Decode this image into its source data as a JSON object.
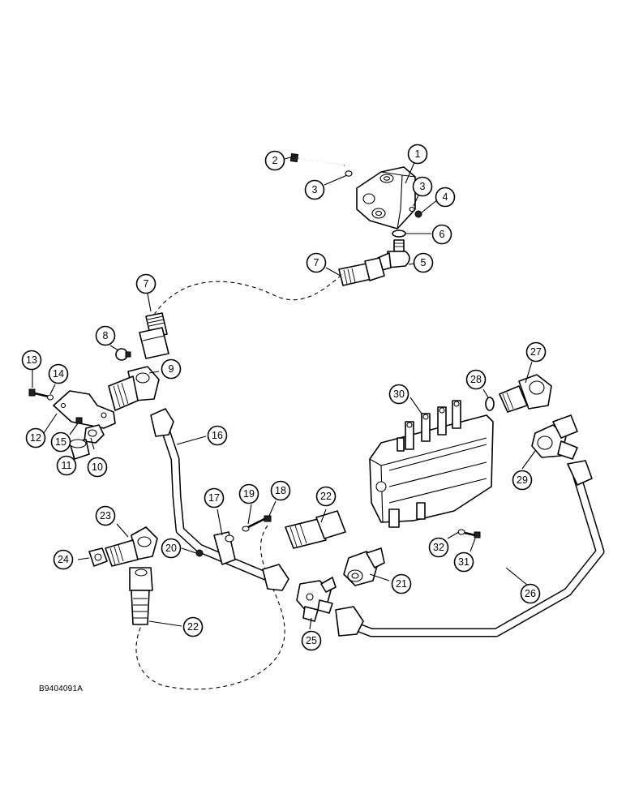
{
  "figure_code": "B9404091A",
  "callouts": [
    {
      "label": "1"
    },
    {
      "label": "2"
    },
    {
      "label": "3"
    },
    {
      "label": "3"
    },
    {
      "label": "4"
    },
    {
      "label": "5"
    },
    {
      "label": "6"
    },
    {
      "label": "7"
    },
    {
      "label": "7"
    },
    {
      "label": "8"
    },
    {
      "label": "9"
    },
    {
      "label": "10"
    },
    {
      "label": "11"
    },
    {
      "label": "12"
    },
    {
      "label": "13"
    },
    {
      "label": "14"
    },
    {
      "label": "15"
    },
    {
      "label": "16"
    },
    {
      "label": "17"
    },
    {
      "label": "18"
    },
    {
      "label": "19"
    },
    {
      "label": "20"
    },
    {
      "label": "21"
    },
    {
      "label": "22"
    },
    {
      "label": "22"
    },
    {
      "label": "23"
    },
    {
      "label": "24"
    },
    {
      "label": "25"
    },
    {
      "label": "26"
    },
    {
      "label": "27"
    },
    {
      "label": "28"
    },
    {
      "label": "29"
    },
    {
      "label": "30"
    },
    {
      "label": "31"
    },
    {
      "label": "32"
    }
  ]
}
